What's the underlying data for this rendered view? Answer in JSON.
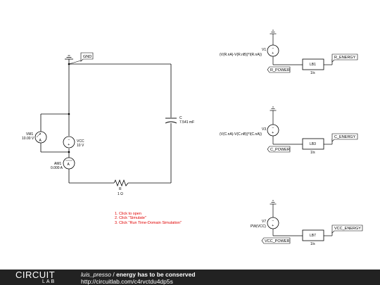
{
  "diagram": {
    "gnd_label": "GND",
    "vm1": {
      "name": "VM1",
      "value": "10.00 V"
    },
    "vcc": {
      "name": "VCC",
      "value": "10 V"
    },
    "am1": {
      "name": "AM1",
      "value": "0.000 A"
    },
    "resistor": {
      "name": "R",
      "value": "1 Ω"
    },
    "capacitor": {
      "name": "C",
      "value": "7.541 mF"
    },
    "meter_symbol": "A",
    "source_plus": "+",
    "source_minus": "−",
    "energy_blocks": [
      {
        "source_name": "V1",
        "expr": "(V(R.nA)-V(R.nB))*I(R.nA))",
        "in_label": "R_POWER",
        "block_name": "LB1",
        "block_fn": "1/s",
        "out_label": "R_ENERGY"
      },
      {
        "source_name": "V3",
        "expr": "(V(C.nA)-V(C.nB))*I(C.nA))",
        "in_label": "C_POWER",
        "block_name": "LB3",
        "block_fn": "1/s",
        "out_label": "C_ENERGY"
      },
      {
        "source_name": "V7",
        "expr": "PW(VCC)",
        "in_label": "VCC_POWER",
        "block_name": "LB7",
        "block_fn": "1/s",
        "out_label": "VCC_ENERGY"
      }
    ]
  },
  "instructions": [
    "1. Click to open",
    "2. Click \"Simulate\"",
    "3. Click \"Run Time-Domain Simulation\""
  ],
  "footer": {
    "logo_top": "CIRCUIT",
    "logo_bottom": "LAB",
    "author": "luis_presso",
    "separator": " / ",
    "title": "energy has to be conserved",
    "url": "http://circuitlab.com/c4rvctdu4dp5s"
  },
  "colors": {
    "wire": "#000000",
    "instructions": "#e00000",
    "footer_bg": "#222222"
  }
}
